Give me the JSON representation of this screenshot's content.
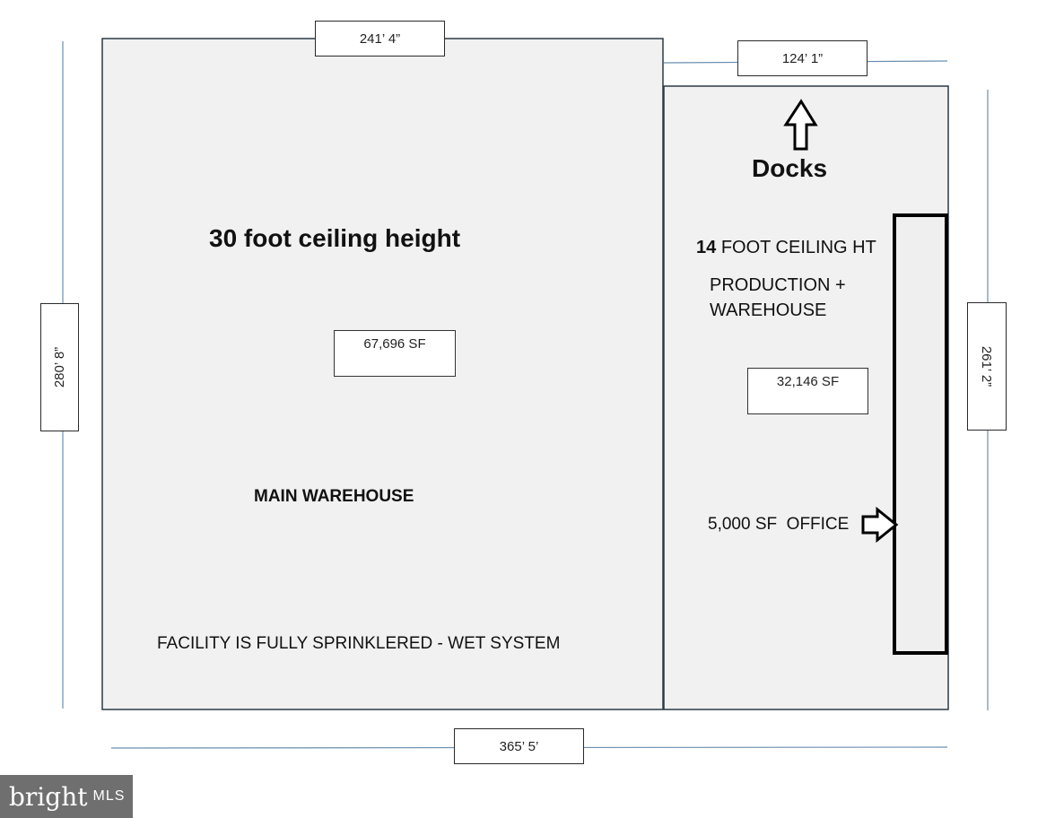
{
  "dimensions": {
    "top_left": "241’ 4”",
    "top_right": "124’ 1”",
    "left": "280’ 8”",
    "right": "261’ 2”",
    "bottom": "365’ 5’"
  },
  "main_warehouse": {
    "ceiling": "30 foot ceiling height",
    "area": "67,696 SF",
    "name": "MAIN WAREHOUSE",
    "note": "FACILITY IS FULLY SPRINKLERED - WET SYSTEM"
  },
  "production": {
    "docks": "Docks",
    "ceiling_num": "14",
    "ceiling_text": "FOOT CEILING HT",
    "name_line1": "PRODUCTION +",
    "name_line2": "WAREHOUSE",
    "area": "32,146 SF",
    "office": "5,000 SF  OFFICE"
  },
  "watermark": {
    "brand": "bright",
    "suffix": "MLS"
  }
}
